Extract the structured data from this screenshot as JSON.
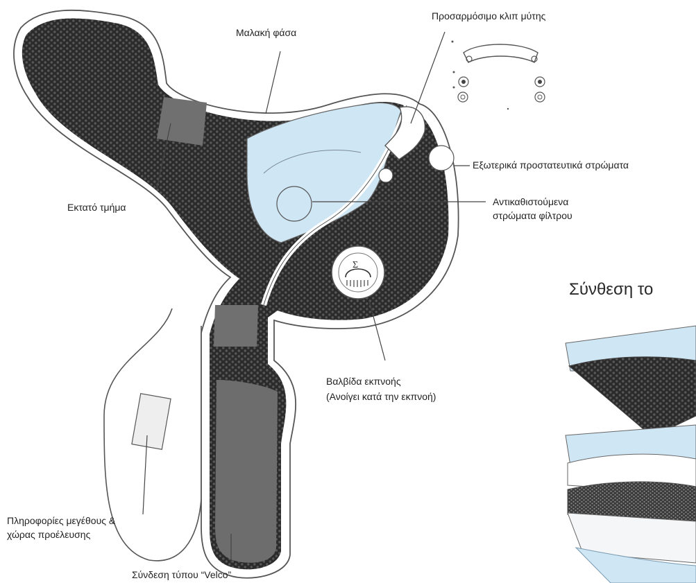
{
  "labels": {
    "soft_band": "Μαλακή φάσα",
    "adjustable_clip": "Προσαρμόσιμο κλιπ μύτης",
    "outer_layers": "Εξωτερικά προστατευτικά στρώματα",
    "filter_layers_line1": "Αντικαθιστούμενα",
    "filter_layers_line2": "στρώματα φίλτρου",
    "stretch_section": "Εκτατό τμήμα",
    "exhale_valve_line1": "Βαλβίδα εκπνοής",
    "exhale_valve_line2": "(Ανοίγει κατά την εκπνοή)",
    "size_info_line1": "Πληροφορίες μεγέθους &",
    "size_info_line2": "χώρας προέλευσης",
    "velcro": "Σύνδεση τύπου “Velco”"
  },
  "layers_title": "Σύνθεση το",
  "colors": {
    "mesh_dark": "#2b2b2b",
    "light_blue": "#cfe6f5",
    "grey_patch": "#6e6e6e",
    "outline": "#444444"
  }
}
